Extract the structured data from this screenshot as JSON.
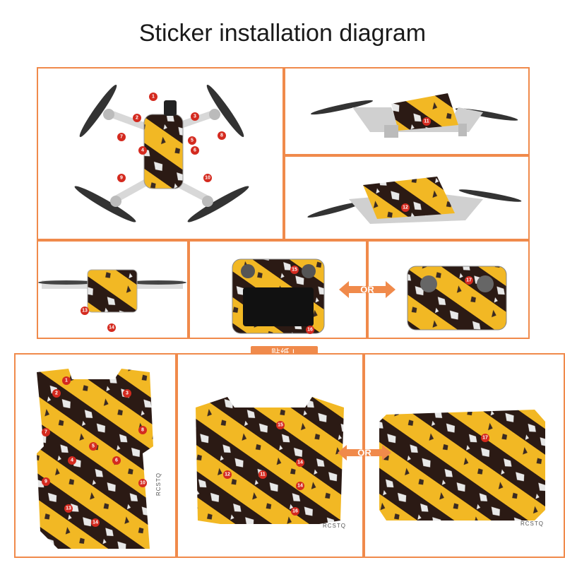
{
  "title": "Sticker installation diagram",
  "or_label": "OR",
  "sticker_tag": "贴纸↓",
  "brand": "RCSTQ",
  "markers": {
    "m1": "1",
    "m2": "2",
    "m3": "3",
    "m4": "4",
    "m5": "5",
    "m6": "6",
    "m7": "7",
    "m8": "8",
    "m9": "9",
    "m10": "10",
    "m11": "11",
    "m12": "12",
    "m13": "13",
    "m14": "14",
    "m15": "15",
    "m16": "16",
    "m17": "17"
  },
  "colors": {
    "accent_border": "#f08a4b",
    "marker": "#d42a1f",
    "stripe_yellow": "#f2b824",
    "stripe_dark": "#2b1a14"
  },
  "icons": [
    "drone-top-view-illustration",
    "drone-side-view-illustration",
    "remote-controller-with-screen-illustration",
    "remote-controller-illustration",
    "sticker-sheet-illustration",
    "double-arrow-icon"
  ]
}
